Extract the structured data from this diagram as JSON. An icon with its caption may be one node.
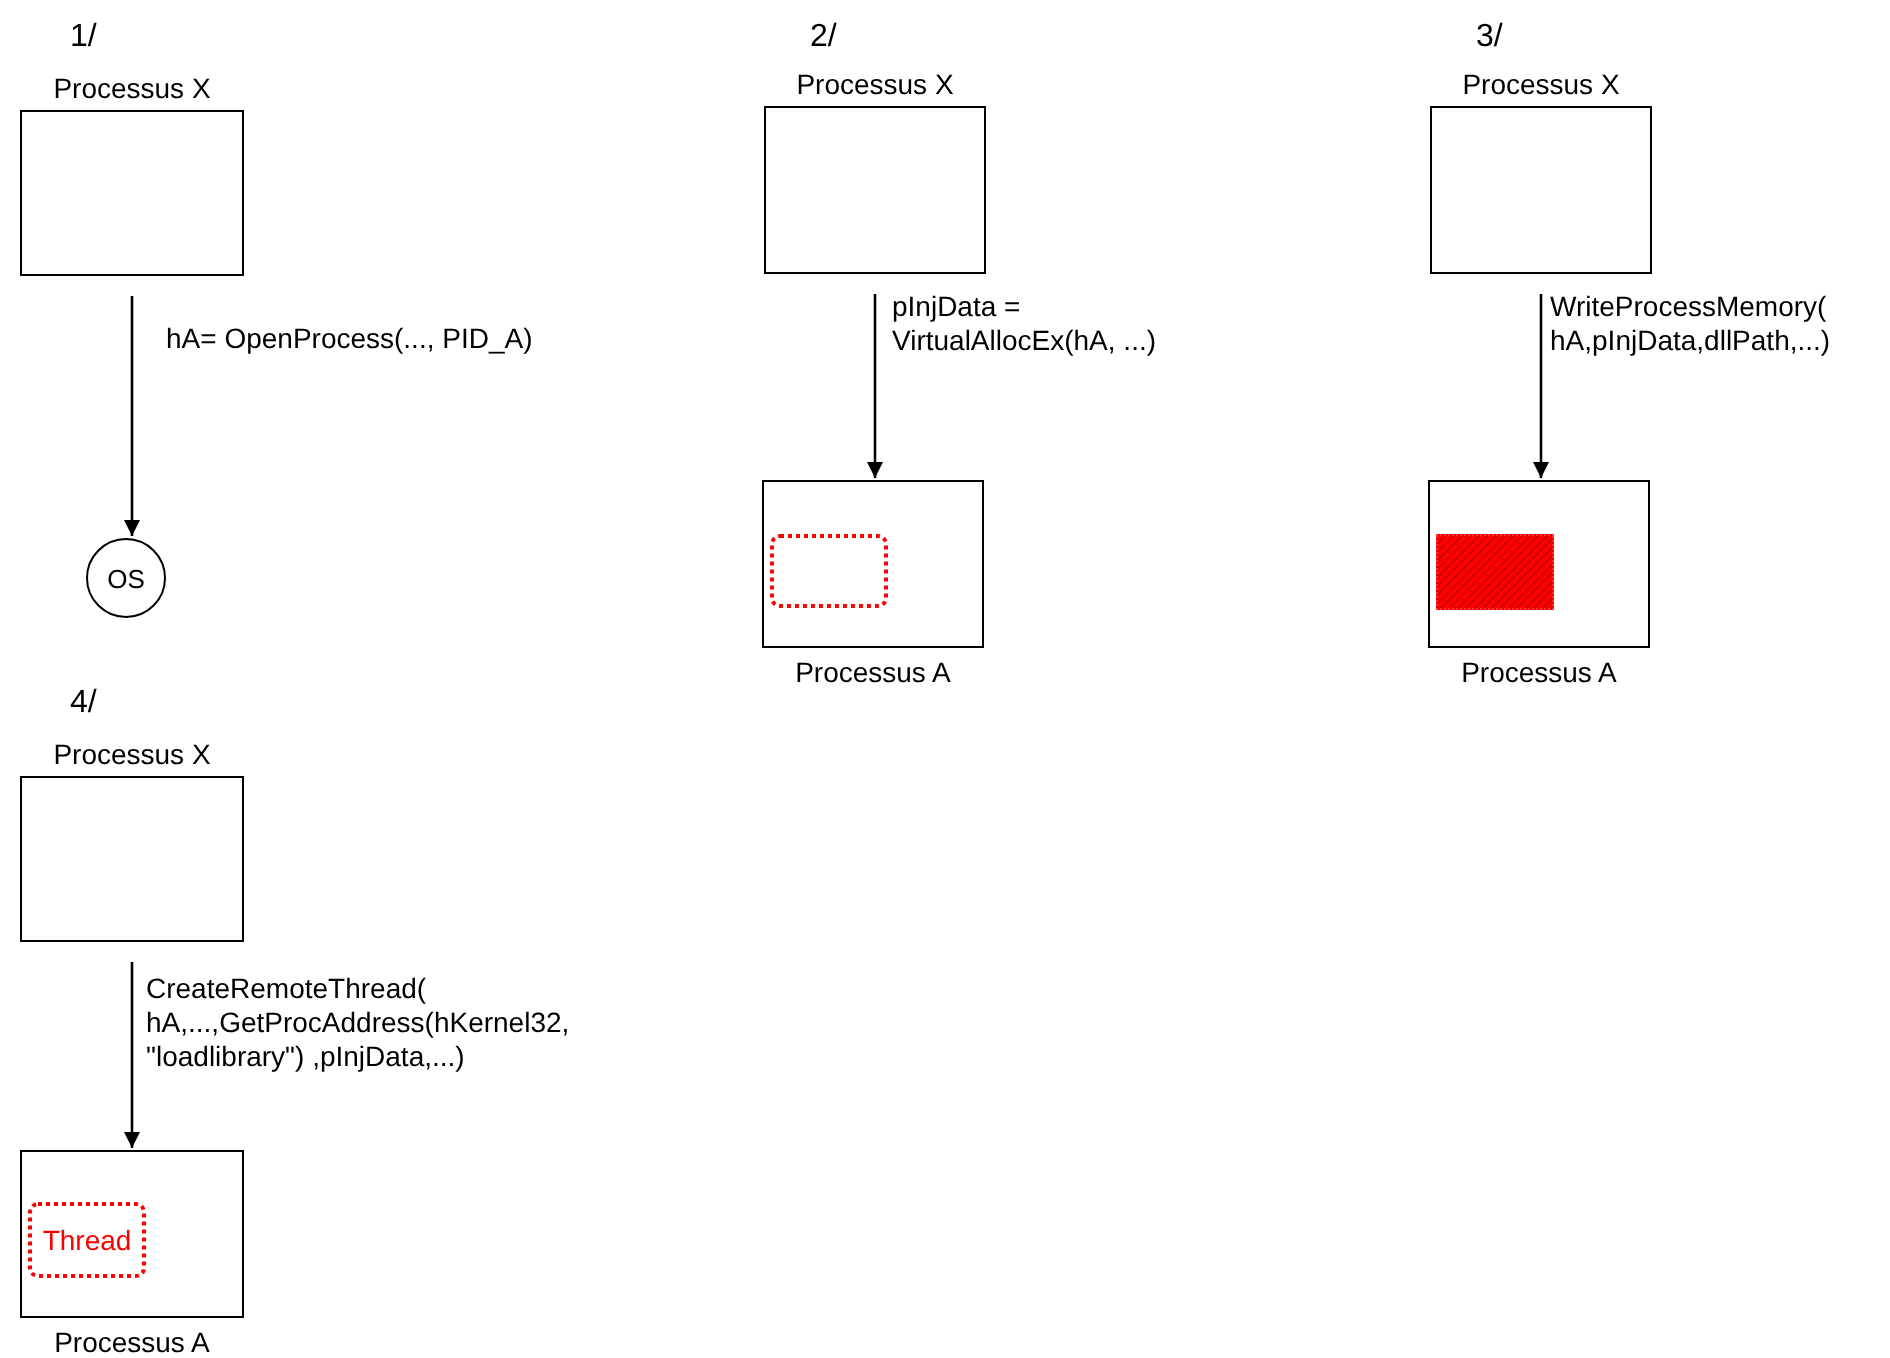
{
  "diagram": {
    "nodes": [
      {
        "text": [
          "Processus X"
        ]
      },
      {
        "text": [
          "OS"
        ]
      },
      {
        "text": [
          "Processus X"
        ]
      },
      {
        "text": [
          "Processus A"
        ]
      },
      {
        "text": [],
        "shape": "box",
        "in": 3
      },
      {
        "text": [
          "Processus X"
        ]
      },
      {
        "text": [
          "Processus A"
        ]
      },
      {
        "text": [],
        "shape": "box",
        "in": 6
      },
      {
        "text": [
          "Processus X"
        ]
      },
      {
        "text": [
          "Processus A"
        ]
      },
      {
        "text": [
          "Thread"
        ],
        "in": 9
      }
    ],
    "edges": [
      {
        "from": 0,
        "to": 1,
        "arrow": "to",
        "label": "hA= OpenProcess(..., PID_A)"
      },
      {
        "from": 2,
        "to": 3,
        "arrow": "to",
        "label": "pInjData = VirtualAllocEx(hA, ...)"
      },
      {
        "from": 5,
        "to": 6,
        "arrow": "to",
        "label": "WriteProcessMemory( hA,pInjData,dllPath,...)"
      },
      {
        "from": 8,
        "to": 9,
        "arrow": "to",
        "label": "CreateRemoteThread( hA,...,GetProcAddress(hKernel32, \"loadlibrary\") ,pInjData,...)"
      }
    ],
    "labels": [
      "1/",
      "2/",
      "3/",
      "4/"
    ]
  }
}
